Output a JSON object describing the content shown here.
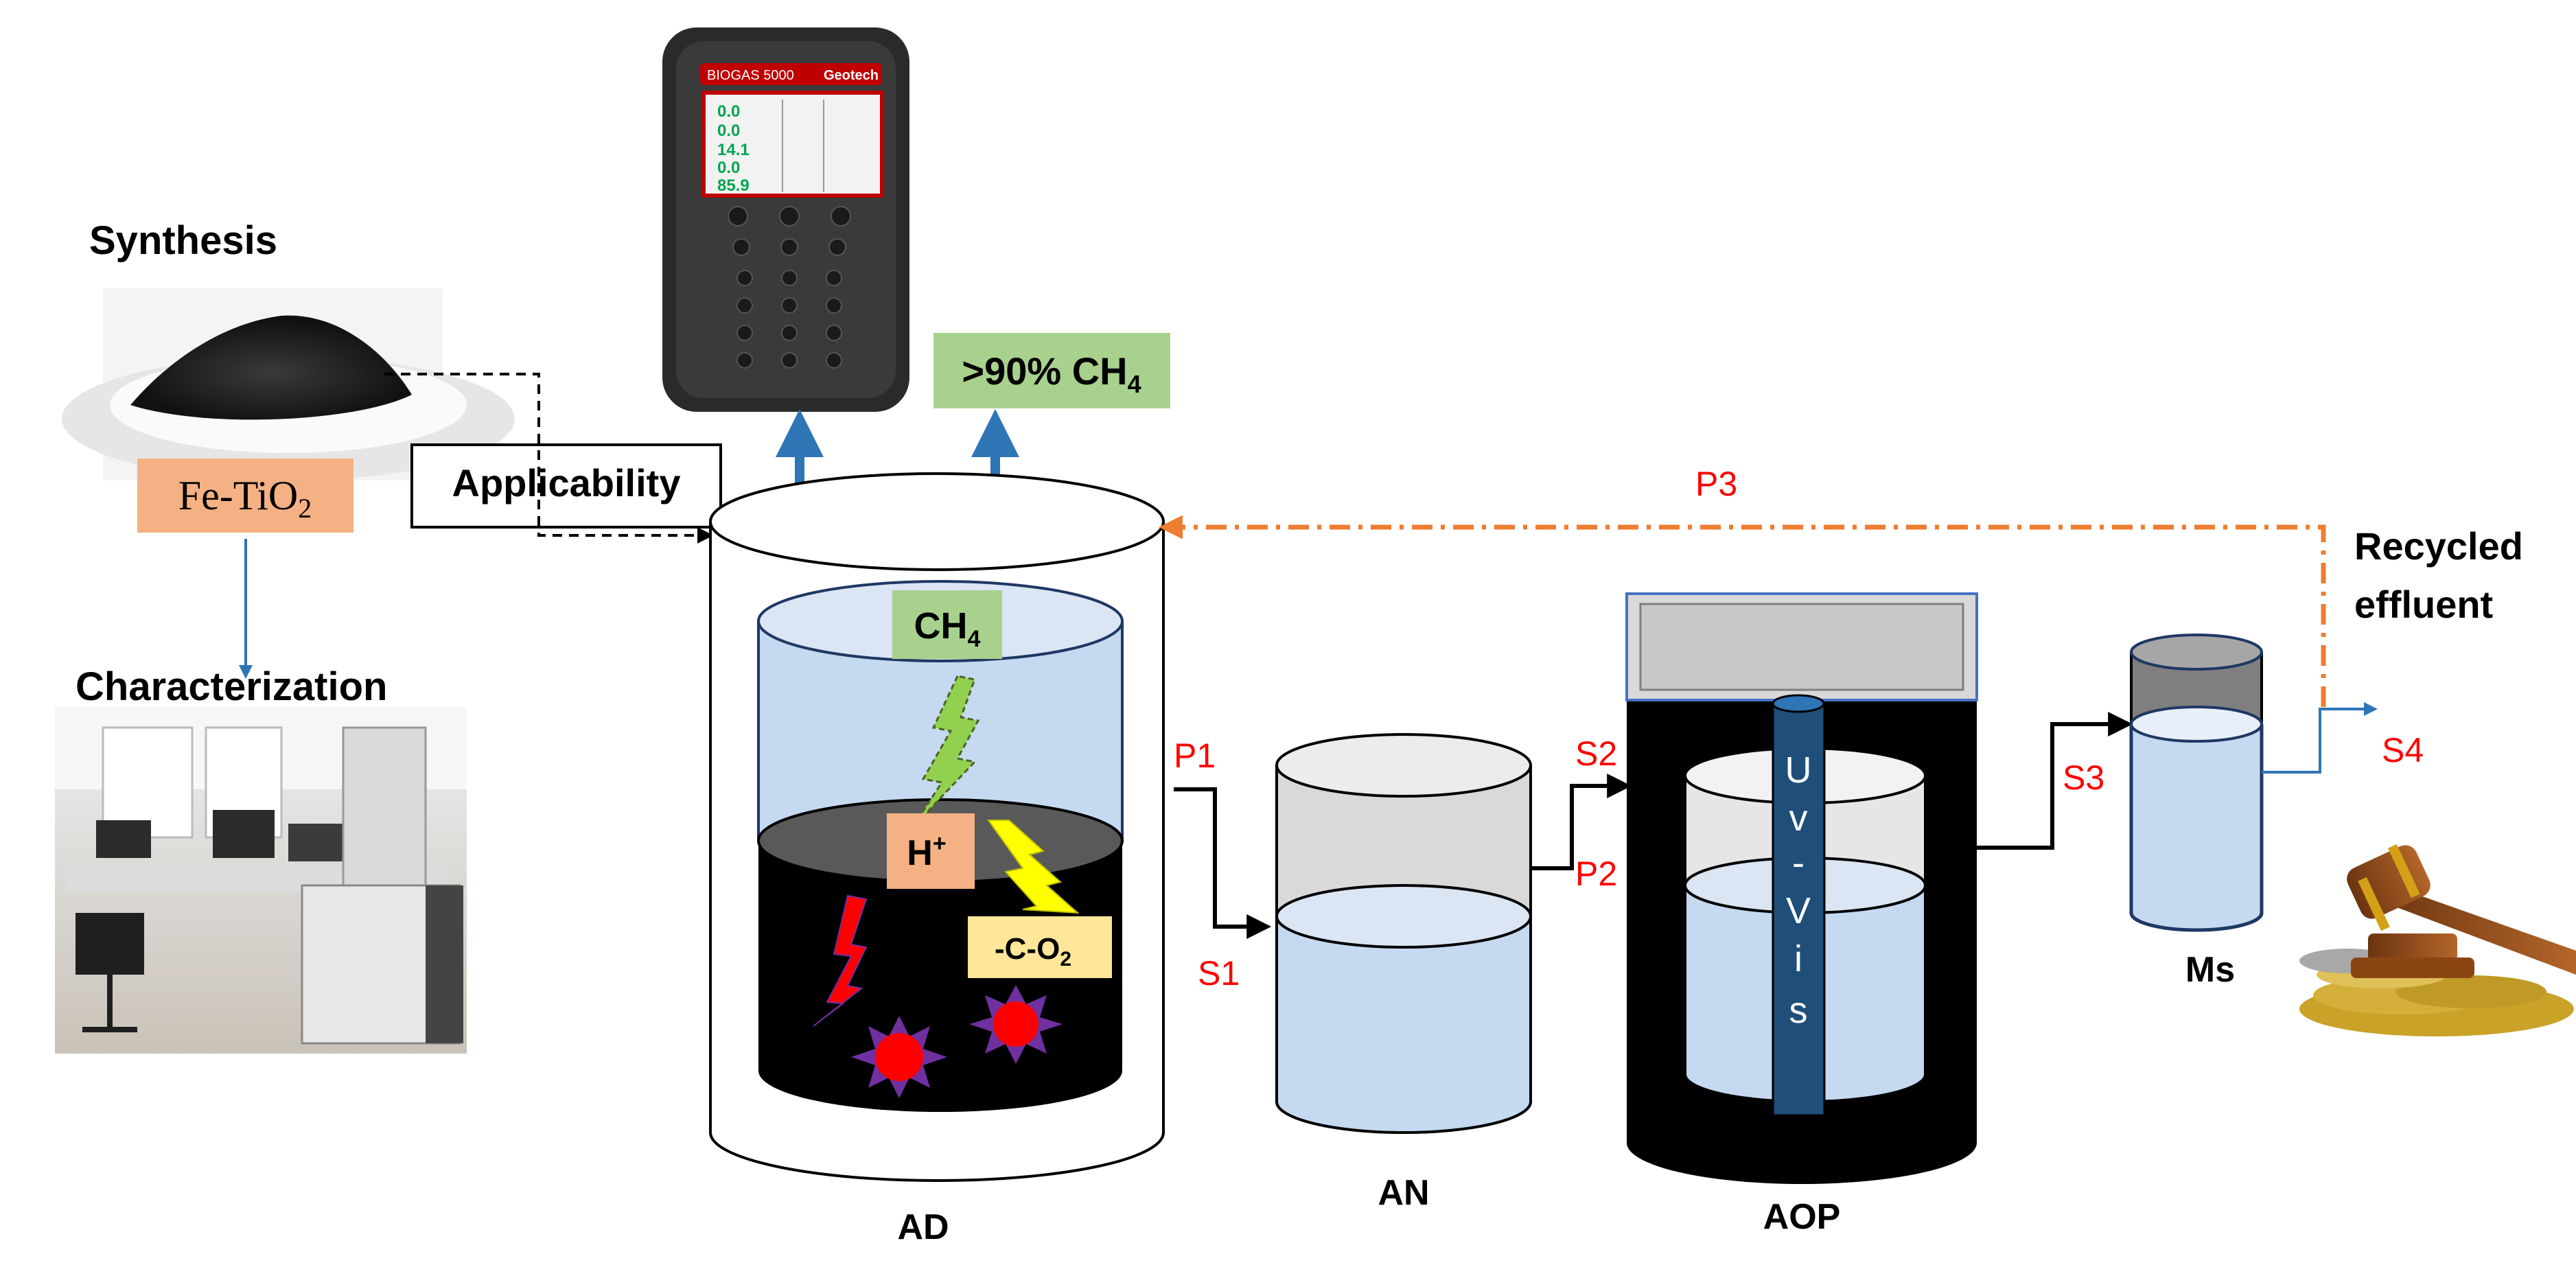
{
  "labels": {
    "synthesis": "Synthesis",
    "material": "Fe-TiO",
    "material_sub": "2",
    "characterization": "Characterization",
    "applicability": "Applicability",
    "methane_output": ">90% CH",
    "methane_output_sub": "4",
    "ch4": "CH",
    "ch4_sub": "4",
    "h_plus": "H",
    "h_plus_sup": "+",
    "carboxyl": "-C-O",
    "carboxyl_sub": "2",
    "p1": "P1",
    "p2": "P2",
    "p3": "P3",
    "s1": "S1",
    "s2": "S2",
    "s3": "S3",
    "s4": "S4",
    "uv_vis": [
      "U",
      "v",
      "-",
      "V",
      "i",
      "s"
    ],
    "ad": "AD",
    "an": "AN",
    "aop": "AOP",
    "ms": "Ms",
    "recycled_1": "Recycled",
    "recycled_2": "effluent",
    "device_brand": "BIOGAS 5000",
    "device_maker": "Geotech"
  },
  "device_screen": [
    "0.0",
    "0.0",
    "14.1",
    "0.0",
    "85.9"
  ],
  "colors": {
    "red_label": "#ff0000",
    "orange_dashed": "#ed7d31",
    "blue_arrow": "#2e75b6",
    "light_water": "#c5d9f1",
    "green_box": "#a9d18e",
    "peach_box": "#f4b183",
    "yellow_box": "#ffe699"
  }
}
